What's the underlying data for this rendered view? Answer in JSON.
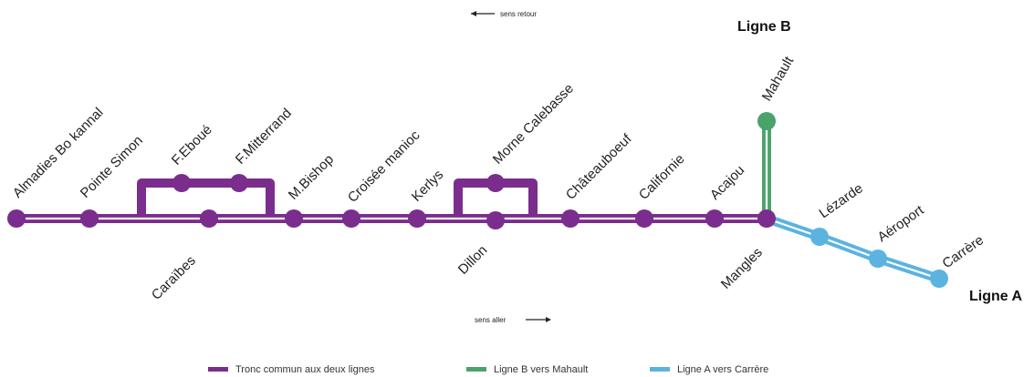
{
  "colors": {
    "tronc": "#7b2d8e",
    "ligne_b": "#4aa36b",
    "ligne_a": "#5bb3e0",
    "casing": "#ffffff",
    "text": "#222222"
  },
  "directions": {
    "retour": "sens retour",
    "aller": "sens aller"
  },
  "lines": {
    "ligne_b": "Ligne B",
    "ligne_a": "Ligne A"
  },
  "stations": {
    "almadies": "Almadies Bo kannal",
    "pointe_simon": "Pointe Simon",
    "feboue": "F.Eboué",
    "fmitterrand": "F.Mitterrand",
    "caraibes": "Caraïbes",
    "mbishop": "M.Bishop",
    "croisee_manioc": "Croisée manioc",
    "kerlys": "Kerlys",
    "morne_calebasse": "Morne Calebasse",
    "dillon": "Dillon",
    "chateauboeuf": "Châteauboeuf",
    "californie": "Californie",
    "acajou": "Acajou",
    "mangles": "Mangles",
    "mahault": "Mahault",
    "lezarde": "Lézarde",
    "aeroport": "Aéroport",
    "carrere": "Carrère"
  },
  "legend": {
    "tronc": "Tronc commun aux deux lignes",
    "ligne_b": "Ligne B vers Mahault",
    "ligne_a": "Ligne A vers Carrère"
  }
}
